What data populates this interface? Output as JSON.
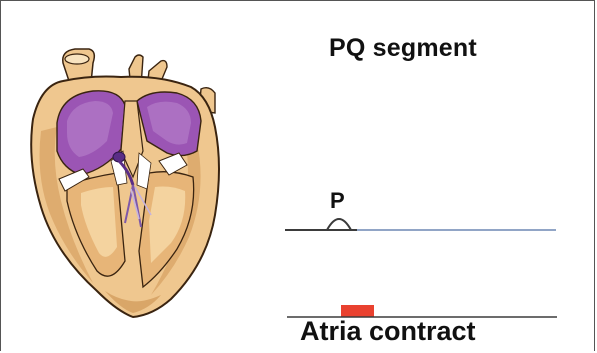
{
  "title": "PQ segment",
  "wave_label": "P",
  "caption": "Atria contract",
  "colors": {
    "heart_muscle": "#efc78f",
    "heart_shadow": "#c98f4e",
    "heart_outline": "#3a2410",
    "chamber_purple": "#9b55b4",
    "chamber_light": "#c79ad6",
    "conduction": "#5a2d86",
    "baseline": "#6d87b3",
    "trace_dark": "#3b3b3b",
    "atria_bar": "#e9412f"
  }
}
